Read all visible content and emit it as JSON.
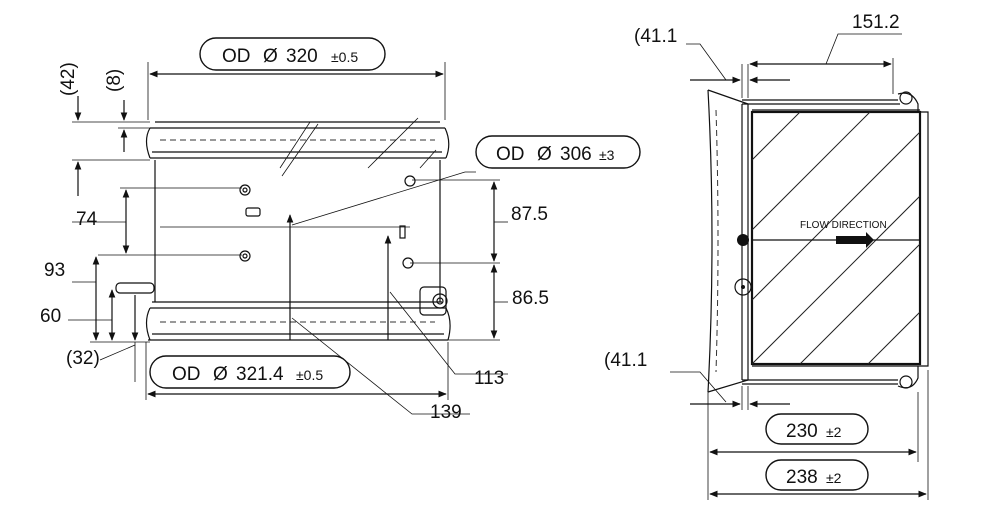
{
  "left_view": {
    "od_top": {
      "prefix": "OD",
      "symbol": "Ø",
      "value": "320",
      "tolerance": "±0.5"
    },
    "od_mid": {
      "prefix": "OD",
      "symbol": "Ø",
      "value": "306",
      "tolerance": "±3"
    },
    "od_bottom": {
      "prefix": "OD",
      "symbol": "Ø",
      "value": "321.4",
      "tolerance": "±0.5"
    },
    "dim_42": "(42)",
    "dim_8": "(8)",
    "dim_74": "74",
    "dim_93": "93",
    "dim_60": "60",
    "dim_32": "(32)",
    "dim_87_5": "87.5",
    "dim_86_5": "86.5",
    "dim_113": "113",
    "dim_139": "139"
  },
  "right_view": {
    "dim_41_1_top": "(41.1",
    "dim_151_2": "151.2",
    "dim_41_1_bottom": "(41.1",
    "flow_label": "FLOW DIRECTION",
    "length_230": {
      "value": "230",
      "tolerance": "±2"
    },
    "length_238": {
      "value": "238",
      "tolerance": "±2"
    }
  }
}
